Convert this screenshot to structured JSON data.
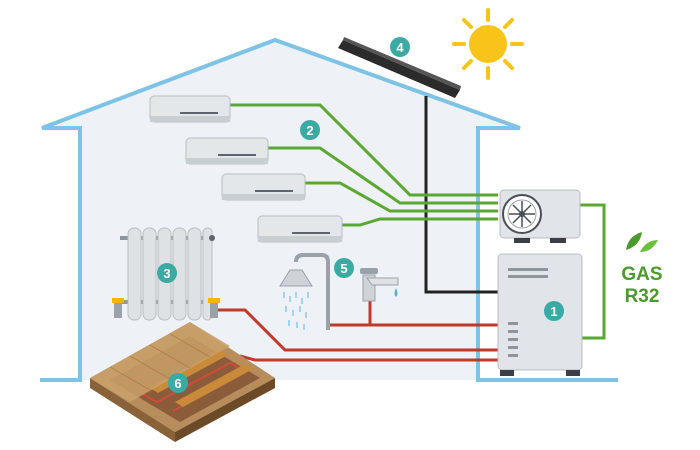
{
  "colors": {
    "house_outline": "#7cc3e6",
    "house_fill": "#eef2f6",
    "green_line": "#5aa832",
    "red_line": "#c0392b",
    "black_line": "#222222",
    "badge": "#3aaaa3",
    "gas_text": "#4a9a2c",
    "sun": "#f9c41a"
  },
  "icons": {
    "sun": "sun-icon",
    "solar_panel": "solar-panel-icon",
    "indoor_unit": "air-conditioner-icon",
    "outdoor_unit": "outdoor-fan-unit-icon",
    "tank_unit": "heat-pump-tank-icon",
    "radiator": "radiator-icon",
    "shower": "shower-icon",
    "faucet": "faucet-icon",
    "floor": "underfloor-heating-icon",
    "leaves": "leaf-icon"
  },
  "badges": {
    "b1": "1",
    "b2": "2",
    "b3": "3",
    "b4": "4",
    "b5": "5",
    "b6": "6"
  },
  "gas": {
    "line1": "GAS",
    "line2": "R32"
  }
}
